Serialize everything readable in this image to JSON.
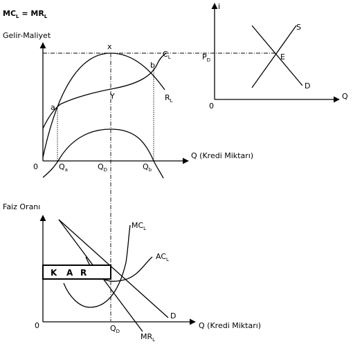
{
  "title": {
    "main": "MC",
    "sub": "L",
    "eq": " = MR",
    "sub2": "L"
  },
  "top_chart": {
    "ylabel": "Gelir-Maliyet",
    "xlabel": "Q (Kredi Miktarı)",
    "origin": "0",
    "points": {
      "x": "x",
      "y": "Y",
      "a": "a",
      "b": "b"
    },
    "curve_c": {
      "main": "C",
      "sub": "L"
    },
    "curve_r": {
      "main": "R",
      "sub": "L"
    },
    "ticks": [
      {
        "main": "Q",
        "sub": "a"
      },
      {
        "main": "Q",
        "sub": "D"
      },
      {
        "main": "Q",
        "sub": "b"
      }
    ]
  },
  "market_chart": {
    "ylabel": "i",
    "xlabel": "Q",
    "origin": "0",
    "price": {
      "main": "P",
      "sub": "D"
    },
    "supply": "S",
    "demand": "D",
    "equilibrium": "E"
  },
  "bottom_chart": {
    "ylabel": "Faiz Oranı",
    "xlabel": "Q (Kredi Miktarı)",
    "origin": "0",
    "q_tick": {
      "main": "Q",
      "sub": "D"
    },
    "mc": {
      "main": "MC",
      "sub": "L"
    },
    "ac": {
      "main": "AC",
      "sub": "L"
    },
    "mr": {
      "main": "MR",
      "sub": "L"
    },
    "demand": "D",
    "profit_letters": [
      "K",
      "A",
      "R"
    ]
  }
}
